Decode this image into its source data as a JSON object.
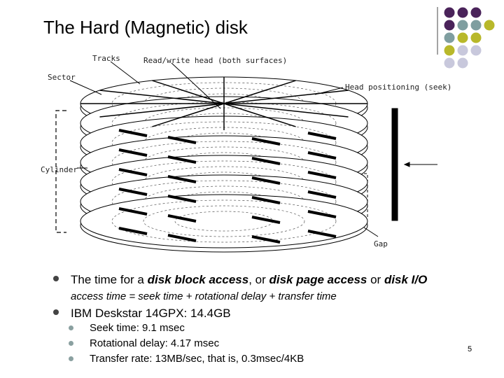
{
  "slide": {
    "title": "The Hard (Magnetic) disk",
    "page_number": "5"
  },
  "diagram": {
    "labels": {
      "tracks": "Tracks",
      "rw_head": "Read/write head (both surfaces)",
      "sector": "Sector",
      "head_positioning": "Head positioning (seek)",
      "cylinder": "Cylinder",
      "gap": "Gap"
    }
  },
  "bullets": {
    "b1_pre": "The time for a ",
    "b1_em1": "disk block access",
    "b1_mid1": ", or ",
    "b1_em2": "disk page access",
    "b1_mid2": " or ",
    "b1_em3": "disk I/O",
    "b1_sub": "access time = seek time + rotational delay + transfer time",
    "b2": "IBM Deskstar 14GPX: 14.4GB",
    "sub": [
      "Seek time: 9.1 msec",
      "Rotational delay: 4.17 msec",
      "Transfer rate: 13MB/sec, that is, 0.3msec/4KB"
    ]
  },
  "colors": {
    "purple": "#4a235a",
    "teal": "#7f9ea0",
    "olive": "#b8b82a",
    "lavender": "#c8c8dc"
  }
}
